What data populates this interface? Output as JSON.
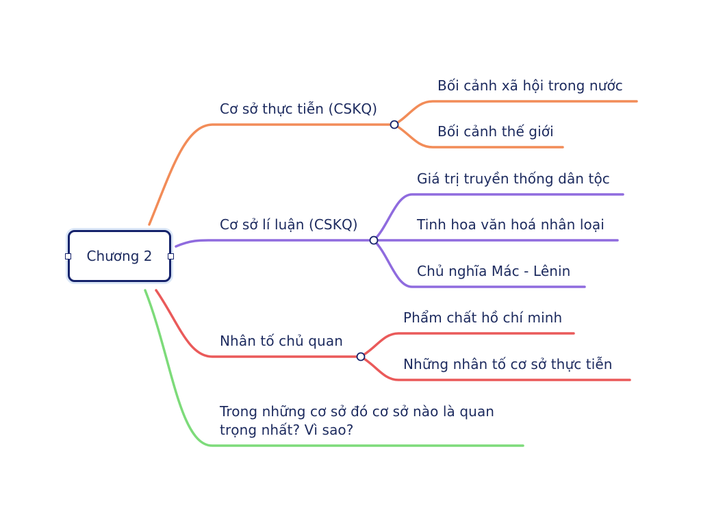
{
  "root": {
    "label": "Chương 2"
  },
  "colors": {
    "orange": "#f28c58",
    "purple": "#8f6bde",
    "red": "#ea5a5a",
    "green": "#7ddb7a",
    "text": "#1c2a5e",
    "root_border": "#15226b"
  },
  "branches": [
    {
      "label": "Cơ sở thực tiễn (CSKQ)",
      "children": [
        "Bối cảnh xã hội trong nước",
        "Bối cảnh thế giới"
      ]
    },
    {
      "label": "Cơ sở lí luận (CSKQ)",
      "children": [
        "Giá trị truyền thống dân tộc",
        "Tinh hoa văn hoá nhân loại",
        "Chủ nghĩa Mác - Lênin"
      ]
    },
    {
      "label": "Nhân tố chủ quan",
      "children": [
        "Phẩm chất hồ chí minh",
        "Những nhân tố cơ sở thực tiễn"
      ]
    },
    {
      "label": "Trong những cơ sở đó cơ sở nào là quan trọng nhất? Vì sao?",
      "children": []
    }
  ]
}
